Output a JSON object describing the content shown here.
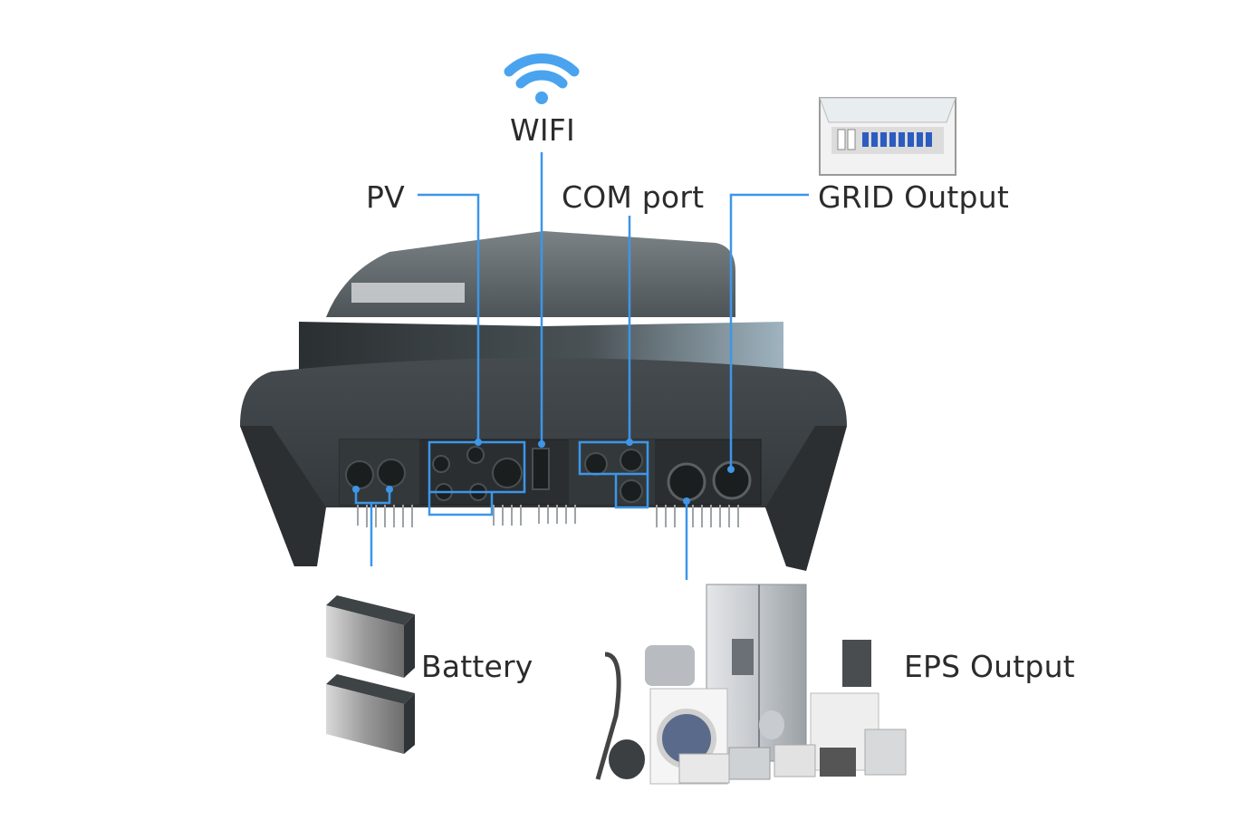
{
  "labels": {
    "wifi": "WIFI",
    "pv": "PV",
    "com_port": "COM port",
    "grid_output": "GRID Output",
    "battery": "Battery",
    "eps_output": "EPS Output"
  },
  "colors": {
    "connector_line": "#3d96e8",
    "wifi_icon": "#4aa3ee",
    "inverter_body": "#3a4044",
    "inverter_top": "#6c7478"
  },
  "icons": [
    "wifi-icon",
    "distribution-box-icon",
    "battery-icon",
    "appliances-icon"
  ]
}
